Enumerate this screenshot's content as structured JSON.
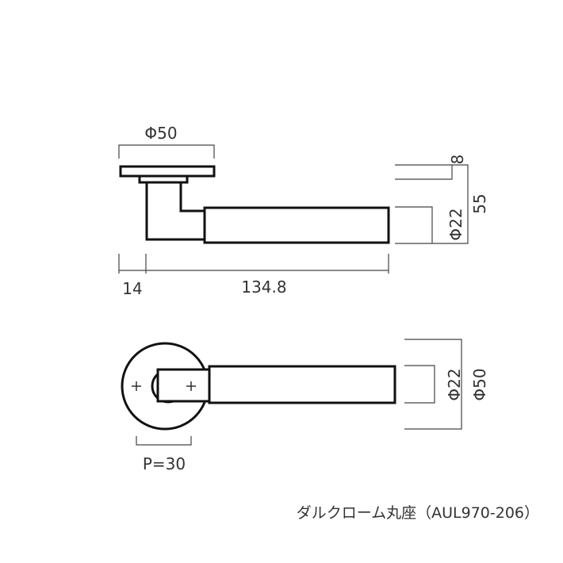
{
  "product": {
    "caption": "ダルクローム丸座（AUL970-206）"
  },
  "side_view": {
    "rose_diameter_label": "Φ50",
    "rose_thickness_label": "8",
    "projection_label": "55",
    "lever_diameter_label": "Φ22",
    "offset_label": "14",
    "lever_length_label": "134.8"
  },
  "front_view": {
    "lever_diameter_label": "Φ22",
    "rose_diameter_label": "Φ50",
    "pitch_label": "P=30"
  },
  "colors": {
    "outline": "#111111",
    "dimension": "#444444",
    "text": "#333333"
  }
}
